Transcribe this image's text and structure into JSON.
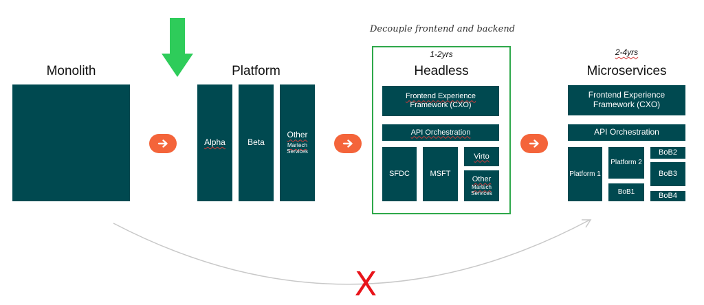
{
  "stages": {
    "monolith": {
      "title": "Monolith"
    },
    "platform": {
      "title": "Platform",
      "blocks": {
        "alpha": "Alpha",
        "beta": "Beta",
        "other": "Other",
        "other_sub_1": "Martech",
        "other_sub_2": "Services"
      }
    },
    "headless": {
      "note": "Decouple frontend and backend",
      "timeline": "1-2yrs",
      "title": "Headless",
      "blocks": {
        "frontend_1": "Frontend Experience",
        "frontend_2": "Framework (CXO)",
        "api": "API Orchestration",
        "sfdc": "SFDC",
        "msft": "MSFT",
        "virto": "Virto",
        "other": "Other",
        "other_sub_1": "Martech",
        "other_sub_2": "Services"
      }
    },
    "microservices": {
      "timeline": "2-4yrs",
      "title": "Microservices",
      "blocks": {
        "frontend_1": "Frontend Experience",
        "frontend_2": "Framework (CXO)",
        "api": "API Orchestration",
        "platform1": "Platform 1",
        "platform2": "Platform 2",
        "bob1": "BoB1",
        "bob2": "BoB2",
        "bob3": "BoB3",
        "bob4": "BoB4"
      }
    }
  },
  "markers": {
    "cross": "X"
  },
  "colors": {
    "block": "#004950",
    "arrow_button": "#f4643a",
    "down_arrow": "#2ecc5a",
    "headless_border": "#2ea84a",
    "cross": "#e8141a",
    "curve": "#c8c8c8"
  },
  "icons": {
    "down_arrow": "down-arrow-icon",
    "next": "arrow-right-icon",
    "cross": "cross-icon"
  }
}
